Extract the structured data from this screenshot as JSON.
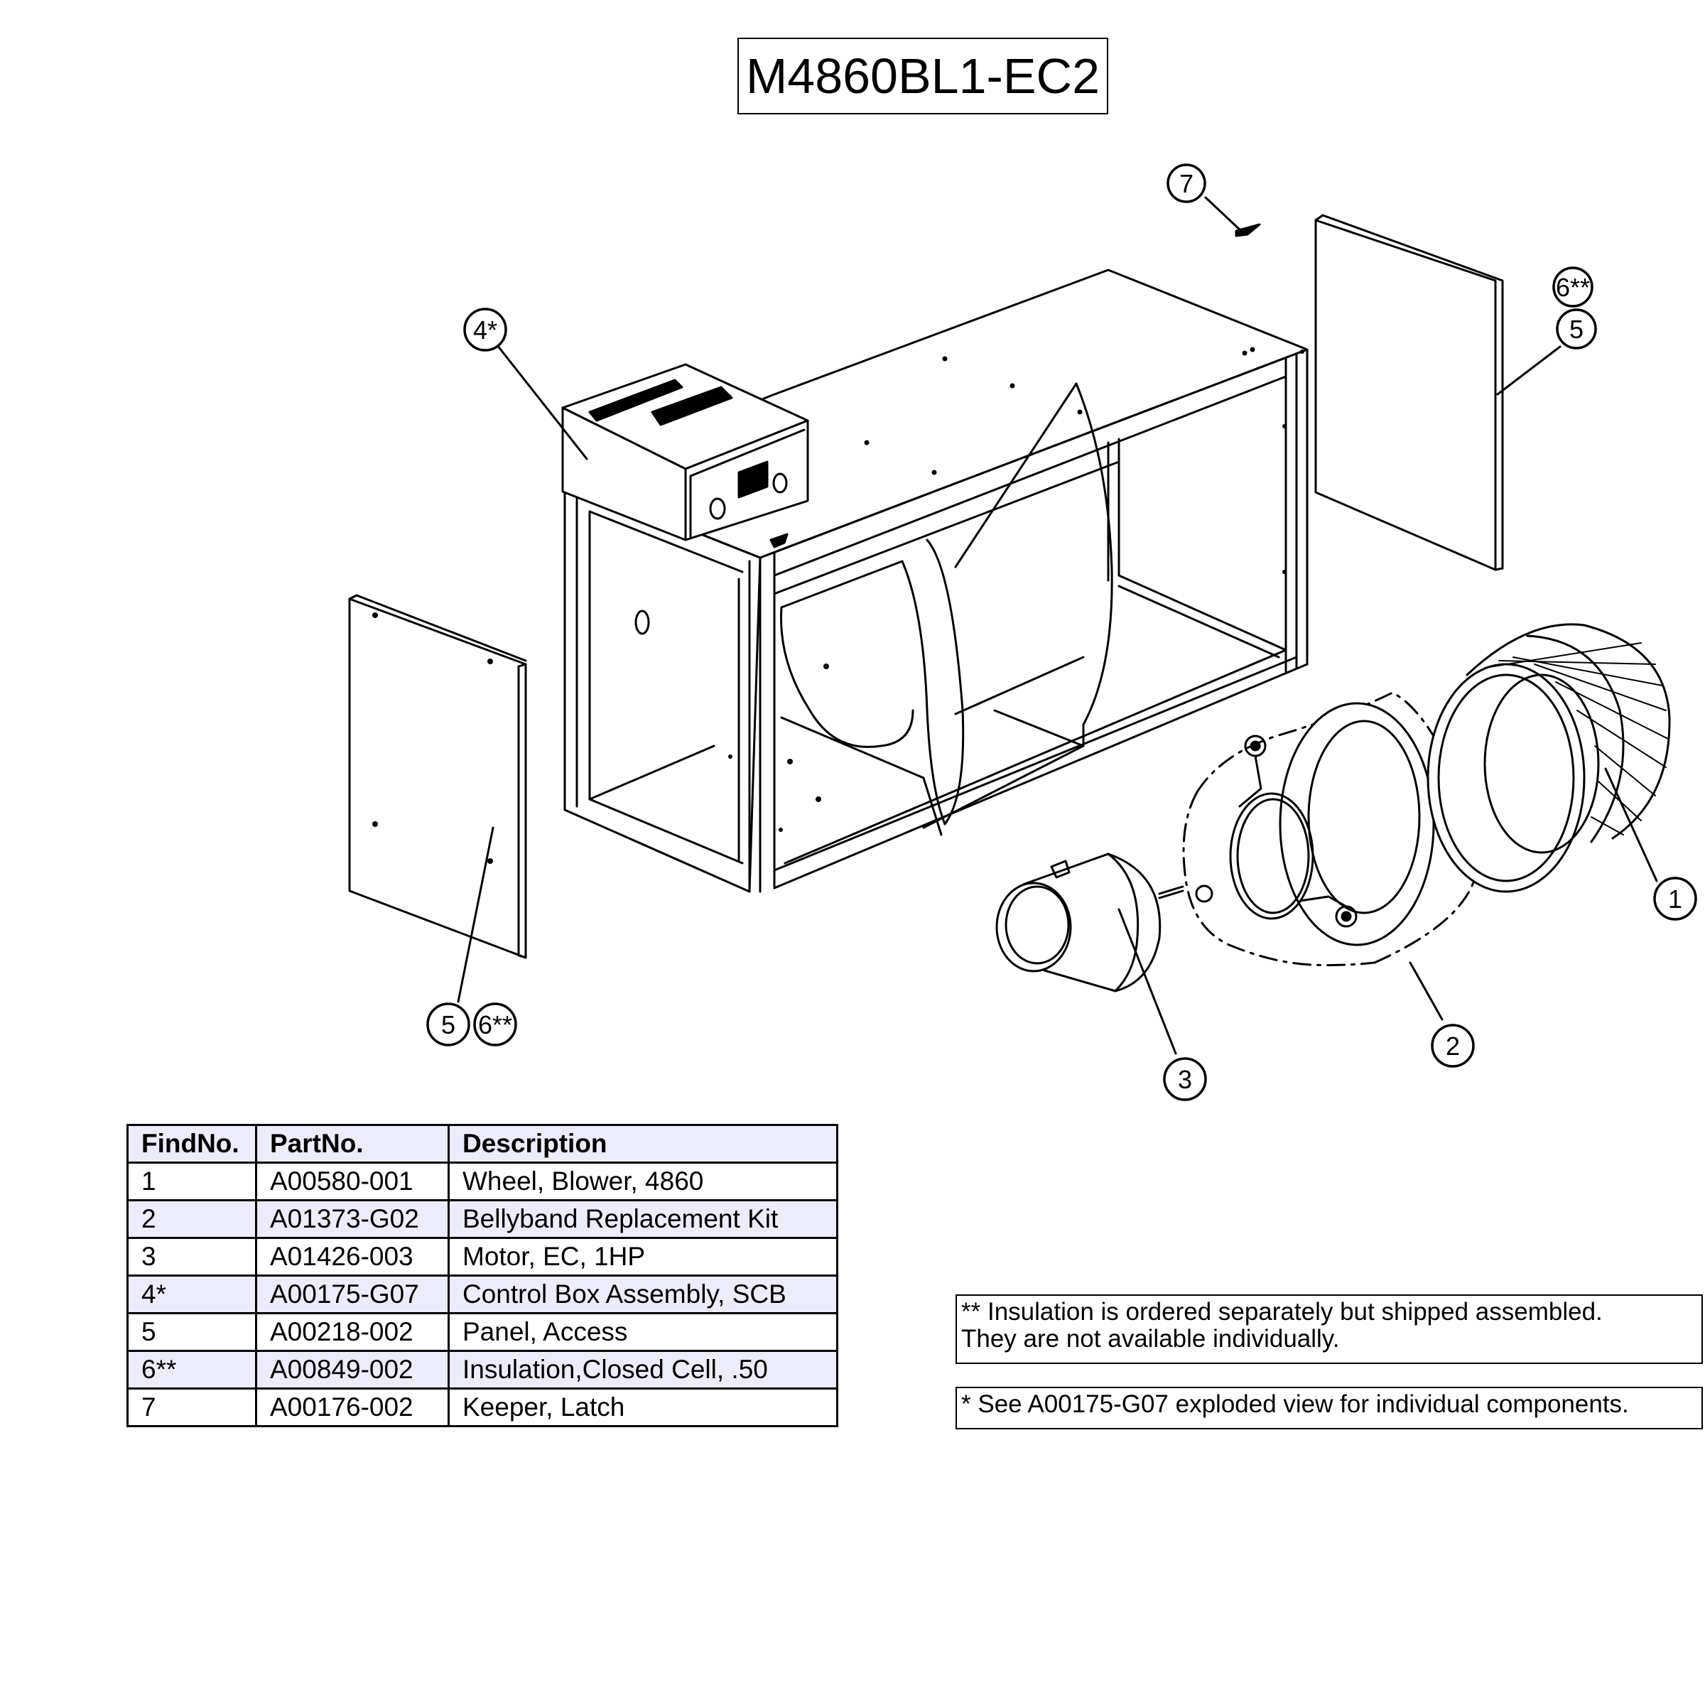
{
  "title": "M4860BL1-EC2",
  "callouts": {
    "c1": "1",
    "c2": "2",
    "c3": "3",
    "c4": "4*",
    "c5_right": "5",
    "c6_right": "6**",
    "c5_left": "5",
    "c6_left": "6**",
    "c7": "7"
  },
  "parts_table": {
    "headers": {
      "find_no": "FindNo.",
      "part_no": "PartNo.",
      "description": "Description"
    },
    "rows": [
      {
        "find_no": "1",
        "part_no": "A00580-001",
        "description": "Wheel, Blower, 4860"
      },
      {
        "find_no": "2",
        "part_no": "A01373-G02",
        "description": "Bellyband Replacement Kit"
      },
      {
        "find_no": "3",
        "part_no": "A01426-003",
        "description": "Motor, EC, 1HP"
      },
      {
        "find_no": "4*",
        "part_no": "A00175-G07",
        "description": "Control Box Assembly, SCB"
      },
      {
        "find_no": "5",
        "part_no": "A00218-002",
        "description": "Panel, Access"
      },
      {
        "find_no": "6**",
        "part_no": "A00849-002",
        "description": "Insulation,Closed Cell, .50"
      },
      {
        "find_no": "7",
        "part_no": "A00176-002",
        "description": "Keeper, Latch"
      }
    ]
  },
  "notes": {
    "insulation_line1": "** Insulation is ordered separately but shipped assembled.",
    "insulation_line2": "They are not available individually.",
    "control_box": "* See A00175-G07 exploded view for individual components."
  },
  "colors": {
    "line": "#000000",
    "table_tint": "#ececfa",
    "background": "#ffffff"
  }
}
